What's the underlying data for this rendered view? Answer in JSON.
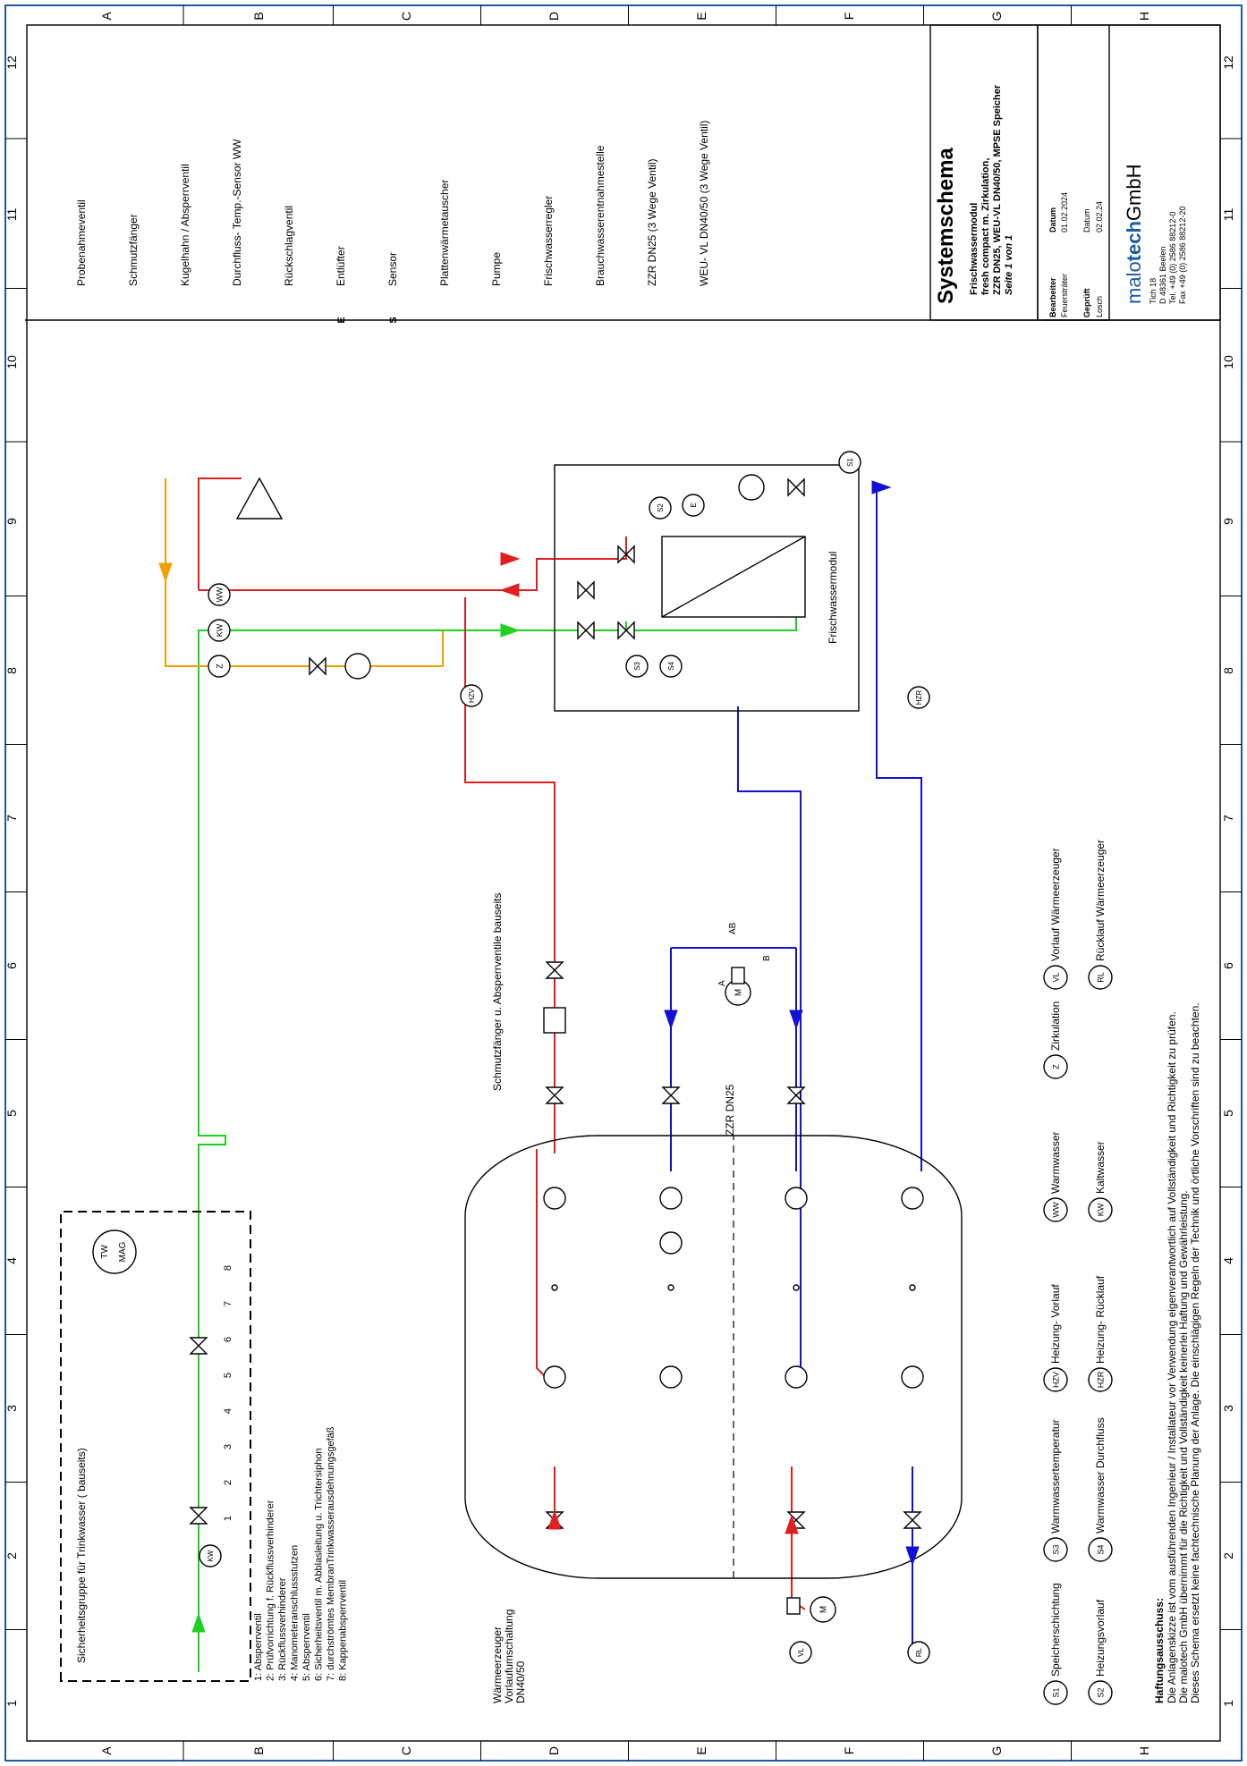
{
  "frame": {
    "row_letters": [
      "A",
      "B",
      "C",
      "D",
      "E",
      "F",
      "G",
      "H"
    ],
    "col_numbers": [
      "1",
      "2",
      "3",
      "4",
      "5",
      "6",
      "7",
      "8",
      "9",
      "10",
      "11",
      "12"
    ]
  },
  "legend_top": [
    {
      "icon": "sampling-valve-icon",
      "label": "Probenahmeventil"
    },
    {
      "icon": "strainer-icon",
      "label": "Schmutzfänger"
    },
    {
      "icon": "ball-valve-icon",
      "label": "Kugelhahn / Absperrventil"
    },
    {
      "icon": "flow-sensor-icon",
      "label": "Durchfluss- Temp.-Sensor WW"
    },
    {
      "icon": "check-valve-icon",
      "label": "Rückschlagventil"
    },
    {
      "icon": "vent-icon",
      "label": "Entlüfter",
      "symbol": "E"
    },
    {
      "icon": "sensor-icon",
      "label": "Sensor",
      "symbol": "S"
    },
    {
      "icon": "plate-heat-exchanger-icon",
      "label": "Plattenwärmetauscher"
    },
    {
      "icon": "pump-icon",
      "label": "Pumpe"
    },
    {
      "icon": "controller-icon",
      "label": "Frischwasserregler"
    },
    {
      "icon": "tap-icon",
      "label": "Brauchwasserentnahmestelle"
    },
    {
      "icon": "three-way-valve-icon",
      "label": "ZZR DN25 (3 Wege Ventil)"
    },
    {
      "icon": "three-way-valve-icon",
      "label": "WEU- VL DN40/50 (3 Wege Ventil)"
    }
  ],
  "title_block": {
    "title": "Systemschema",
    "subtitle_lines": [
      "Frischwassermodul",
      "fresh compact m. Zirkulation,",
      "ZZR DN25, WEU-VL DN40/50, MPSE Speicher",
      "Seite 1 von 1"
    ],
    "bearbeiter_label": "Bearbeiter",
    "bearbeiter": "Feuersträter",
    "datum_label": "Datum",
    "datum1": "01.02.2024",
    "geprueft_label": "Geprüft",
    "geprueft": "Losch",
    "datum2": "02.02.24",
    "logo_prefix": "malo",
    "logo_bold": "tech",
    "logo_suffix": "GmbH",
    "address": [
      "Tich 18",
      "D 48361 Beelen",
      "Tel. +49 (0) 2586 88212-0",
      "Fax +49 (0) 2586 88212-20"
    ]
  },
  "labels": {
    "frischwassermodul": "Frischwassermodul",
    "schmutzfaenger_bauseits": "Schmutzfänger u. Absperrventile bauseits",
    "zzr": "ZZR DN25",
    "weu_lines": [
      "Wärmeerzeuger",
      "Vorlaufumschaltung",
      "DN40/50"
    ],
    "sicherheitsgruppe": "Sicherheitsgruppe für Trinkwasser ( bauseits)",
    "tw": "TW",
    "mag": "MAG",
    "m": "M",
    "valve_a": "A",
    "valve_b": "B",
    "valve_ab": "AB",
    "numbers": [
      "1",
      "2",
      "3",
      "4",
      "5",
      "6",
      "7",
      "8"
    ],
    "numbers_78": "7 8",
    "circle_tags": {
      "ww": "WW",
      "kw": "KW",
      "z": "Z",
      "hzv": "HZV",
      "hzr": "HZR",
      "s1": "S1",
      "s2": "S2",
      "s3": "S3",
      "s4": "S4",
      "e": "E",
      "vl": "VL",
      "rl": "RL"
    }
  },
  "sg_list": [
    "1: Absperrventil",
    "2: Prüfvorrichtung  f.  Rückflussverhinderer",
    "3: Rückflussverhinderer",
    "4: Manometeranschlussstutzen",
    "5: Absperrventil",
    "6: Sicherheitsventil  m.  Abblasleitung  u.  Trichtersiphon",
    "7: durchströmtes  MembranTrinkwasserausdehnungsgefäß",
    "8: Kappenabsperrventil"
  ],
  "bottom_legend": [
    {
      "tag": "S1",
      "label": "Speicherschichtung"
    },
    {
      "tag": "S2",
      "label": "Heizungsvorlauf"
    },
    {
      "tag": "S3",
      "label": "Warmwassertemperatur"
    },
    {
      "tag": "S4",
      "label": "Warmwasser Durchfluss"
    },
    {
      "tag": "HZV",
      "label": "Heizung- Vorlauf"
    },
    {
      "tag": "HZR",
      "label": "Heizung- Rücklauf"
    },
    {
      "tag": "WW",
      "label": "Warmwasser"
    },
    {
      "tag": "KW",
      "label": "Kaltwasser"
    },
    {
      "tag": "Z",
      "label": "Zirkulation"
    },
    {
      "tag": "VL",
      "label": "Vorlauf Wärmeerzeuger"
    },
    {
      "tag": "RL",
      "label": "Rücklauf Wärmeerzeuger"
    }
  ],
  "haftung": {
    "title": "Haftungsausschuss:",
    "lines": [
      "Die Anlagenskizze ist vom ausführenden Ingenieur / Installateur vor Verwendung eigenverantwortlich auf Vollständigkeit und Richtigkeit zu prüfen.",
      "Die malotech GmbH übernimmt für die Richtigkeit und Vollständigkeit keinerlei Haftung und Gewährleistung.",
      "Dieses Schema ersetzt keine fachtechnische Planung der Anlage. Die einschlägigen Regeln der Technik und örtliche Vorschriften sind zu beachten."
    ]
  },
  "colors": {
    "hot": "#e02020",
    "cold": "#20d020",
    "heat_return": "#1010d8",
    "circulation": "#f0a000",
    "frame": "#1e5aa0"
  }
}
